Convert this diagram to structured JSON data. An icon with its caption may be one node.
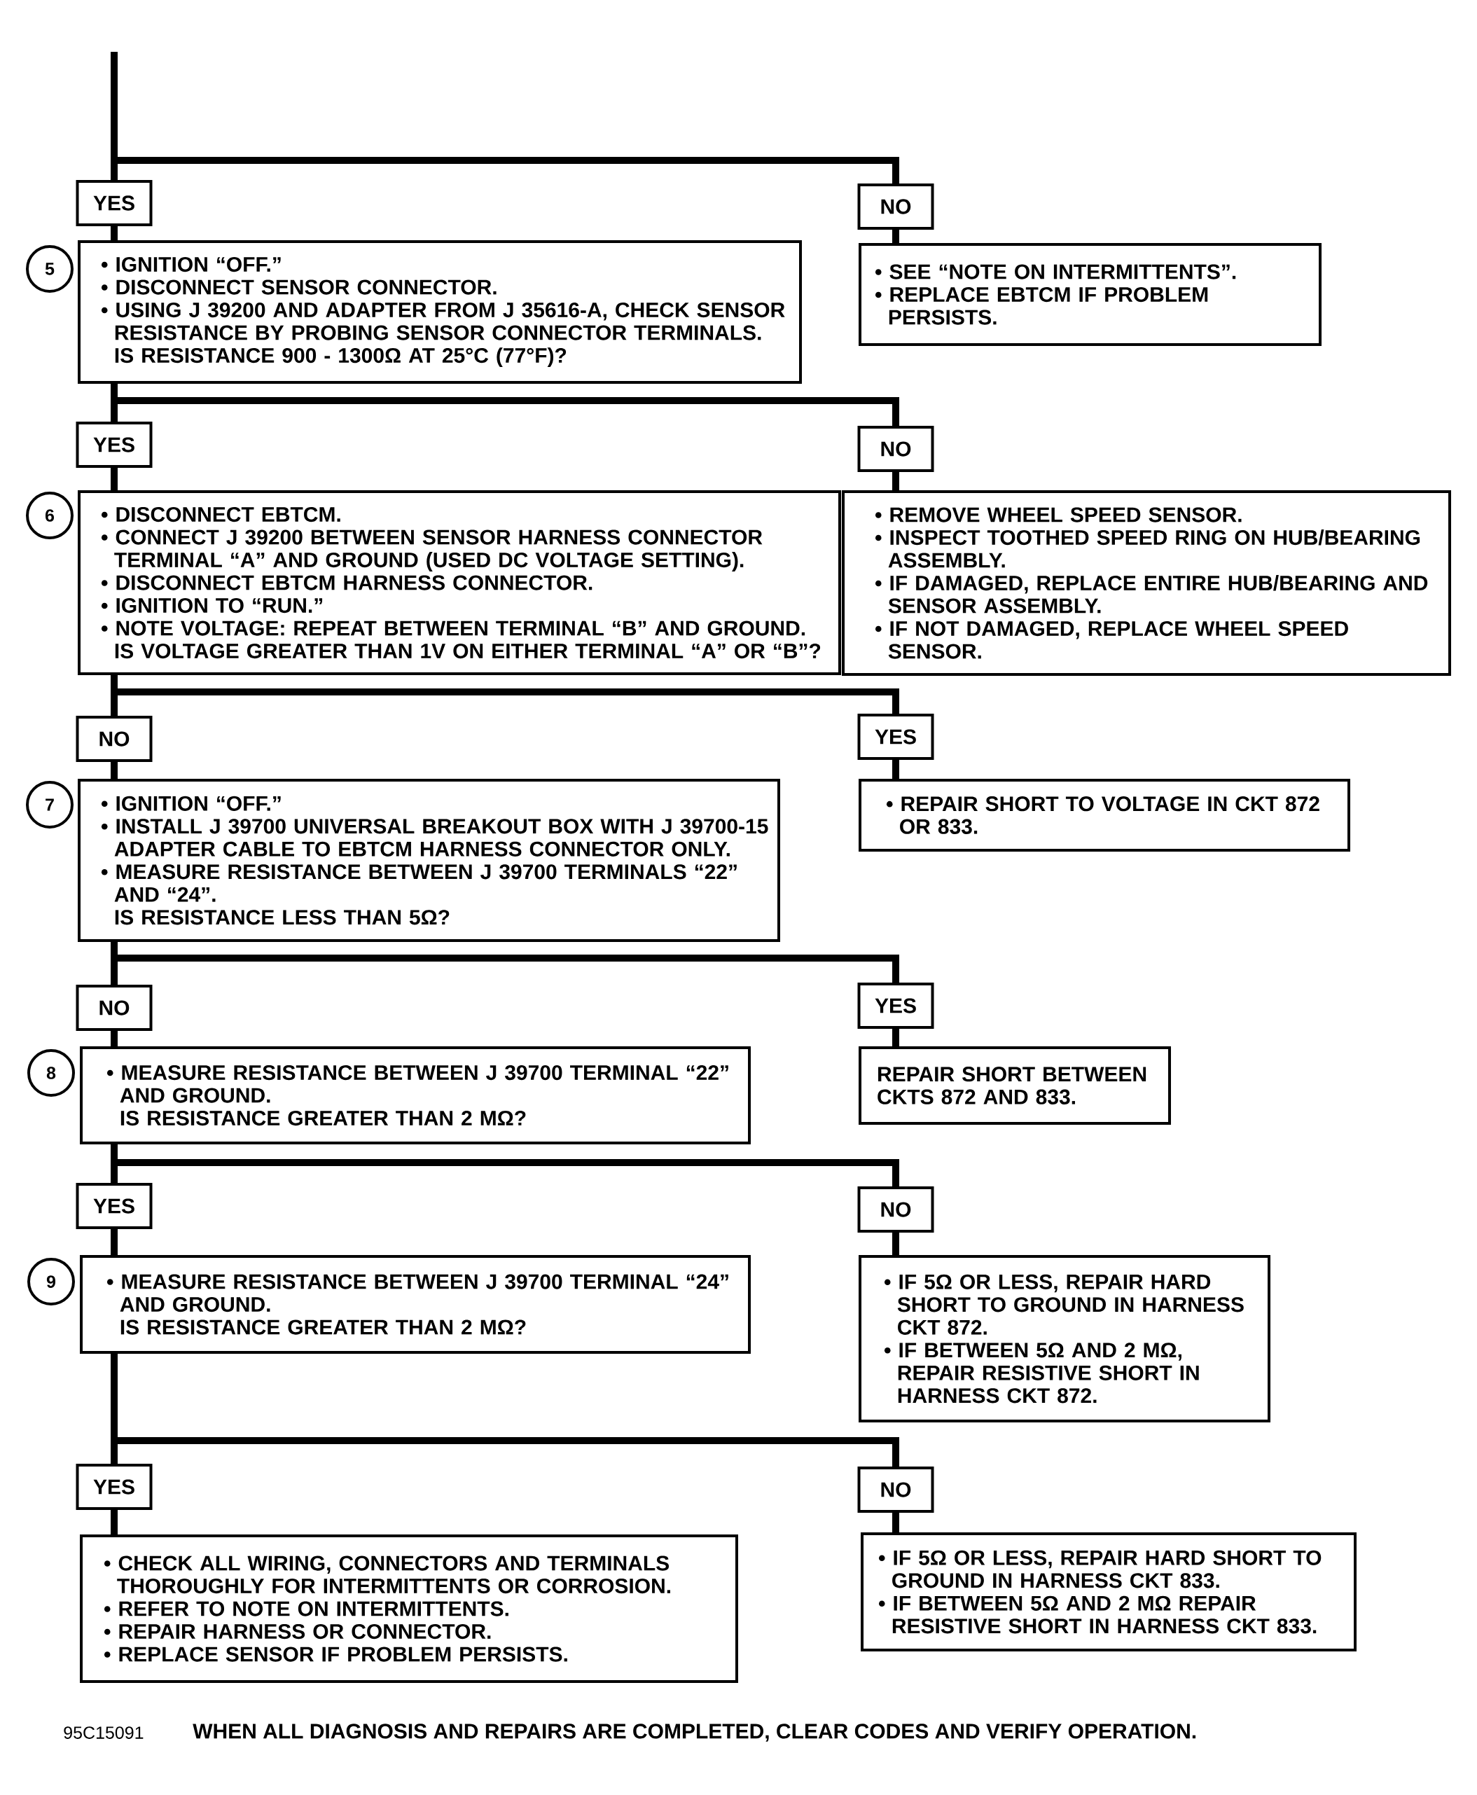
{
  "diagram": {
    "nodes": [
      {
        "text": [
          "YES"
        ]
      },
      {
        "text": [
          "NO"
        ]
      },
      {
        "text": [
          "5"
        ]
      },
      {
        "text": [
          "• IGNITION “OFF.”",
          "• DISCONNECT SENSOR CONNECTOR.",
          "• USING J 39200 AND ADAPTER FROM J 35616-A, CHECK SENSOR RESISTANCE BY PROBING SENSOR CONNECTOR TERMINALS.",
          "IS RESISTANCE 900 - 1300Ω AT 25°C (77°F)?"
        ]
      },
      {
        "text": [
          "• SEE “NOTE ON INTERMITTENTS”.",
          "• REPLACE EBTCM IF PROBLEM PERSISTS."
        ]
      },
      {
        "text": [
          "YES"
        ]
      },
      {
        "text": [
          "NO"
        ]
      },
      {
        "text": [
          "6"
        ]
      },
      {
        "text": [
          "• DISCONNECT EBTCM.",
          "• CONNECT J 39200 BETWEEN SENSOR HARNESS CONNECTOR TERMINAL “A” AND GROUND (USED DC VOLTAGE SETTING).",
          "• DISCONNECT EBTCM HARNESS CONNECTOR.",
          "• IGNITION TO “RUN.”",
          "• NOTE VOLTAGE: REPEAT BETWEEN TERMINAL “B” AND GROUND.",
          "IS VOLTAGE GREATER THAN 1V ON EITHER TERMINAL “A” OR “B”?"
        ]
      },
      {
        "text": [
          "• REMOVE WHEEL SPEED SENSOR.",
          "• INSPECT TOOTHED SPEED RING ON HUB/BEARING ASSEMBLY.",
          "• IF DAMAGED, REPLACE ENTIRE HUB/BEARING AND SENSOR ASSEMBLY.",
          "• IF NOT DAMAGED, REPLACE WHEEL SPEED SENSOR."
        ]
      },
      {
        "text": [
          "NO"
        ]
      },
      {
        "text": [
          "YES"
        ]
      },
      {
        "text": [
          "7"
        ]
      },
      {
        "text": [
          "• IGNITION “OFF.”",
          "• INSTALL J 39700 UNIVERSAL BREAKOUT BOX WITH J 39700-15 ADAPTER CABLE TO EBTCM HARNESS CONNECTOR ONLY.",
          "• MEASURE RESISTANCE BETWEEN J 39700 TERMINALS “22” AND “24”.",
          "IS RESISTANCE LESS THAN 5Ω?"
        ]
      },
      {
        "text": [
          "• REPAIR SHORT TO VOLTAGE IN CKT 872 OR 833."
        ]
      },
      {
        "text": [
          "NO"
        ]
      },
      {
        "text": [
          "YES"
        ]
      },
      {
        "text": [
          "8"
        ]
      },
      {
        "text": [
          "• MEASURE RESISTANCE BETWEEN J 39700 TERMINAL “22” AND GROUND.",
          "IS RESISTANCE GREATER THAN 2 MΩ?"
        ]
      },
      {
        "text": [
          "REPAIR SHORT BETWEEN CKTS 872 AND 833."
        ]
      },
      {
        "text": [
          "YES"
        ]
      },
      {
        "text": [
          "NO"
        ]
      },
      {
        "text": [
          "9"
        ]
      },
      {
        "text": [
          "• MEASURE RESISTANCE BETWEEN J 39700 TERMINAL “24” AND GROUND.",
          "IS RESISTANCE GREATER THAN 2 MΩ?"
        ]
      },
      {
        "text": [
          "• IF 5Ω OR LESS, REPAIR HARD SHORT TO GROUND IN HARNESS CKT 872.",
          "• IF BETWEEN 5Ω AND 2 MΩ, REPAIR RESISTIVE SHORT IN HARNESS CKT 872."
        ]
      },
      {
        "text": [
          "YES"
        ]
      },
      {
        "text": [
          "NO"
        ]
      },
      {
        "text": [
          "• CHECK ALL WIRING, CONNECTORS AND TERMINALS THOROUGHLY FOR INTERMITTENTS OR CORROSION.",
          "• REFER TO NOTE ON INTERMITTENTS.",
          "• REPAIR HARNESS OR CONNECTOR.",
          "• REPLACE SENSOR IF PROBLEM PERSISTS."
        ]
      },
      {
        "text": [
          "• IF 5Ω OR LESS, REPAIR HARD SHORT TO GROUND IN HARNESS CKT 833.",
          "• IF BETWEEN 5Ω AND 2 MΩ REPAIR RESISTIVE SHORT IN HARNESS CKT 833."
        ]
      }
    ],
    "edges": [
      {
        "from": null,
        "to": 0,
        "arrow": "none"
      },
      {
        "from": null,
        "to": 1,
        "arrow": "none"
      },
      {
        "from": 0,
        "to": 3,
        "arrow": "none"
      },
      {
        "from": 1,
        "to": 4,
        "arrow": "none"
      },
      {
        "from": 3,
        "to": 5,
        "arrow": "none"
      },
      {
        "from": 3,
        "to": 6,
        "arrow": "none"
      },
      {
        "from": 5,
        "to": 8,
        "arrow": "none"
      },
      {
        "from": 6,
        "to": 9,
        "arrow": "none"
      },
      {
        "from": 8,
        "to": 10,
        "arrow": "none"
      },
      {
        "from": 8,
        "to": 11,
        "arrow": "none"
      },
      {
        "from": 10,
        "to": 13,
        "arrow": "none"
      },
      {
        "from": 11,
        "to": 14,
        "arrow": "none"
      },
      {
        "from": 13,
        "to": 15,
        "arrow": "none"
      },
      {
        "from": 13,
        "to": 16,
        "arrow": "none"
      },
      {
        "from": 15,
        "to": 18,
        "arrow": "none"
      },
      {
        "from": 16,
        "to": 19,
        "arrow": "none"
      },
      {
        "from": 18,
        "to": 20,
        "arrow": "none"
      },
      {
        "from": 18,
        "to": 21,
        "arrow": "none"
      },
      {
        "from": 20,
        "to": 23,
        "arrow": "none"
      },
      {
        "from": 21,
        "to": 24,
        "arrow": "none"
      },
      {
        "from": 23,
        "to": 25,
        "arrow": "none"
      },
      {
        "from": 23,
        "to": 26,
        "arrow": "none"
      },
      {
        "from": 25,
        "to": 27,
        "arrow": "none"
      },
      {
        "from": 26,
        "to": 28,
        "arrow": "none"
      }
    ],
    "labels": [
      "95C15091",
      "WHEN ALL DIAGNOSIS AND REPAIRS ARE COMPLETED, CLEAR CODES AND VERIFY OPERATION."
    ]
  }
}
